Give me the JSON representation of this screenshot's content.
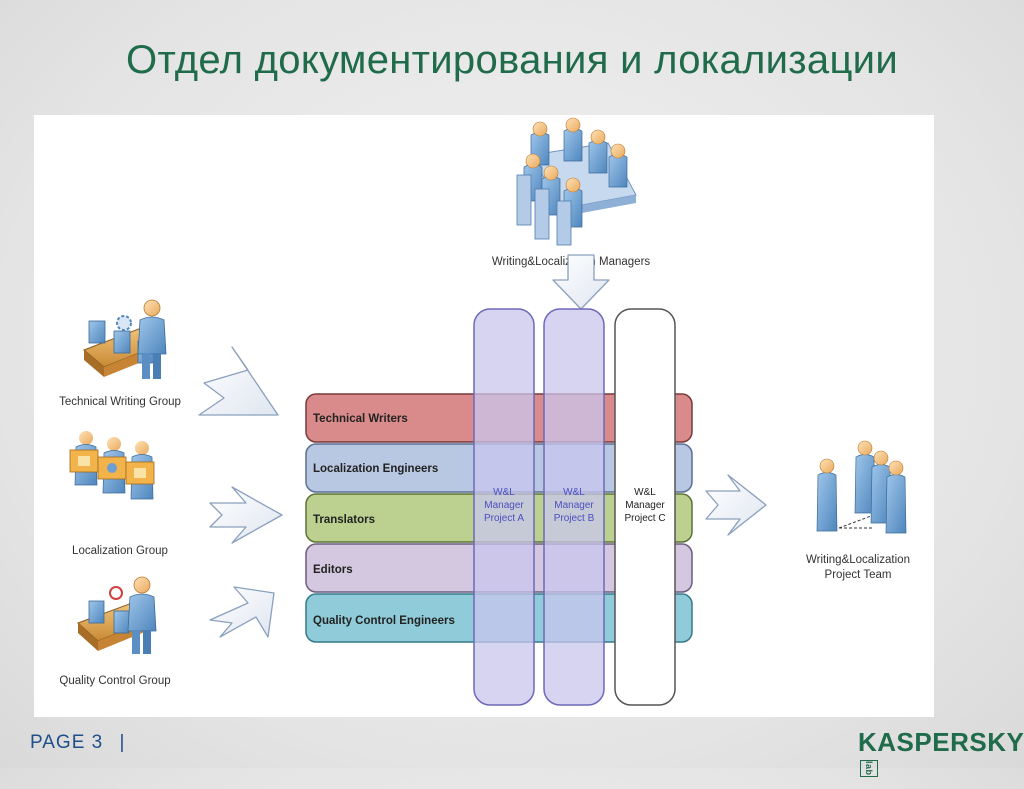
{
  "slide": {
    "title": "Отдел документирования и локализации",
    "page_label": "PAGE",
    "page_number": "3",
    "page_separator": "|",
    "brand": "KASPERSKY",
    "brand_tag": "lab"
  },
  "diagram": {
    "groups": [
      {
        "id": "technical-writing-group",
        "label": "Technical Writing Group"
      },
      {
        "id": "localization-group",
        "label": "Localization Group"
      },
      {
        "id": "quality-control-group",
        "label": "Quality Control Group"
      }
    ],
    "managers_label": "Writing&Localization Managers",
    "roles": [
      {
        "id": "technical-writers",
        "label": "Technical Writers",
        "color": "#d98a8a"
      },
      {
        "id": "localization-engineers",
        "label": "Localization Engineers",
        "color": "#b8c8e2"
      },
      {
        "id": "translators",
        "label": "Translators",
        "color": "#bcd18f"
      },
      {
        "id": "editors",
        "label": "Editors",
        "color": "#d3c8e0"
      },
      {
        "id": "quality-control-engineers",
        "label": "Quality Control Engineers",
        "color": "#8fcbd8"
      }
    ],
    "projects": [
      {
        "id": "project-a",
        "lines": [
          "W&L",
          "Manager",
          "Project A"
        ],
        "fill": "#c9c6ee"
      },
      {
        "id": "project-b",
        "lines": [
          "W&L",
          "Manager",
          "Project B"
        ],
        "fill": "#c9c6ee"
      },
      {
        "id": "project-c",
        "lines": [
          "W&L",
          "Manager",
          "Project C"
        ],
        "fill": "#ffffff"
      }
    ],
    "team_label": [
      "Writing&Localization",
      "Project Team"
    ]
  }
}
